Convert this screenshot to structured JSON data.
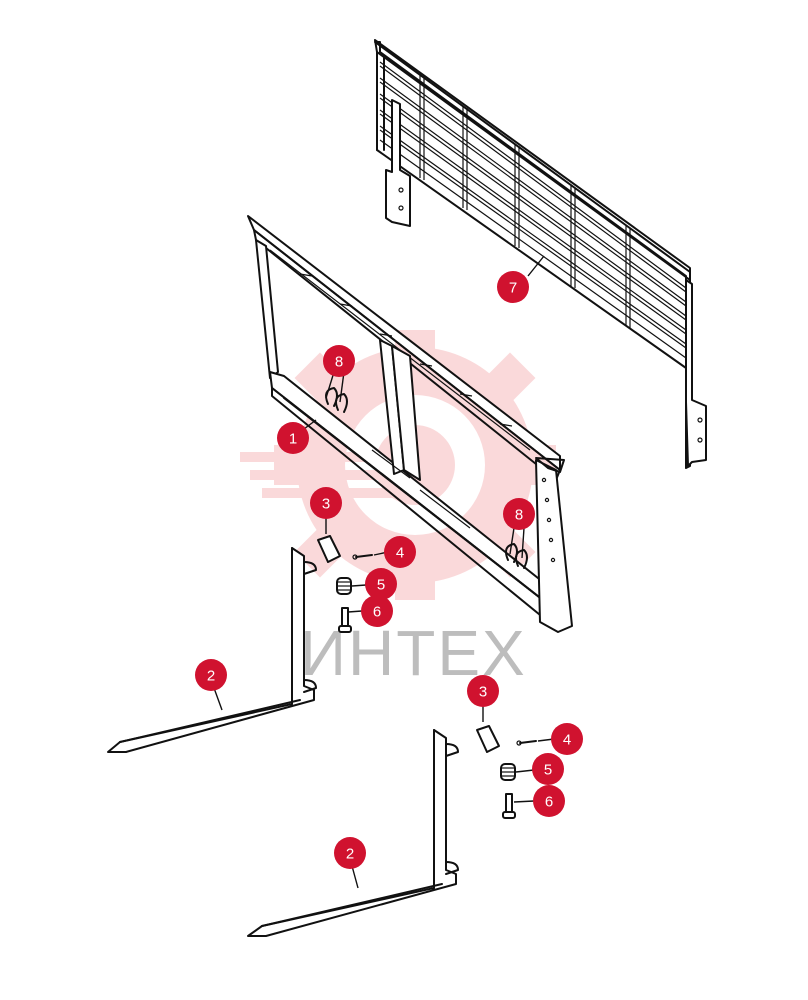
{
  "colors": {
    "callout": "#d0122f",
    "watermark": "#e8323a",
    "line": "#111111"
  },
  "watermark": {
    "text": "ИНТЕХ"
  },
  "callouts": [
    {
      "label": "7"
    },
    {
      "label": "1"
    },
    {
      "label": "8"
    },
    {
      "label": "8"
    },
    {
      "label": "3"
    },
    {
      "label": "4"
    },
    {
      "label": "5"
    },
    {
      "label": "6"
    },
    {
      "label": "2"
    },
    {
      "label": "3"
    },
    {
      "label": "4"
    },
    {
      "label": "5"
    },
    {
      "label": "6"
    },
    {
      "label": "2"
    }
  ]
}
